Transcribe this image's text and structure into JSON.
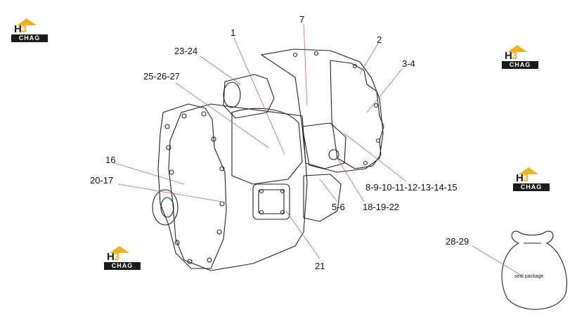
{
  "brand": {
    "mark_h": "H",
    "mark_3": "3",
    "wordmark": "CHAG",
    "accent": "#f2b01e",
    "dark": "#1b1b1b"
  },
  "callouts": {
    "c1": "1",
    "c2": "2",
    "c3_4": "3-4",
    "c5_6": "5-6",
    "c7": "7",
    "c8_15": "8-9-10-11-12-13-14-15",
    "c16": "16",
    "c18_22": "18-19-22",
    "c20_17": "20-17",
    "c21": "21",
    "c23_24": "23-24",
    "c25_27": "25-26-27",
    "c28_29": "28-29"
  },
  "seal_package_text": "seal package"
}
